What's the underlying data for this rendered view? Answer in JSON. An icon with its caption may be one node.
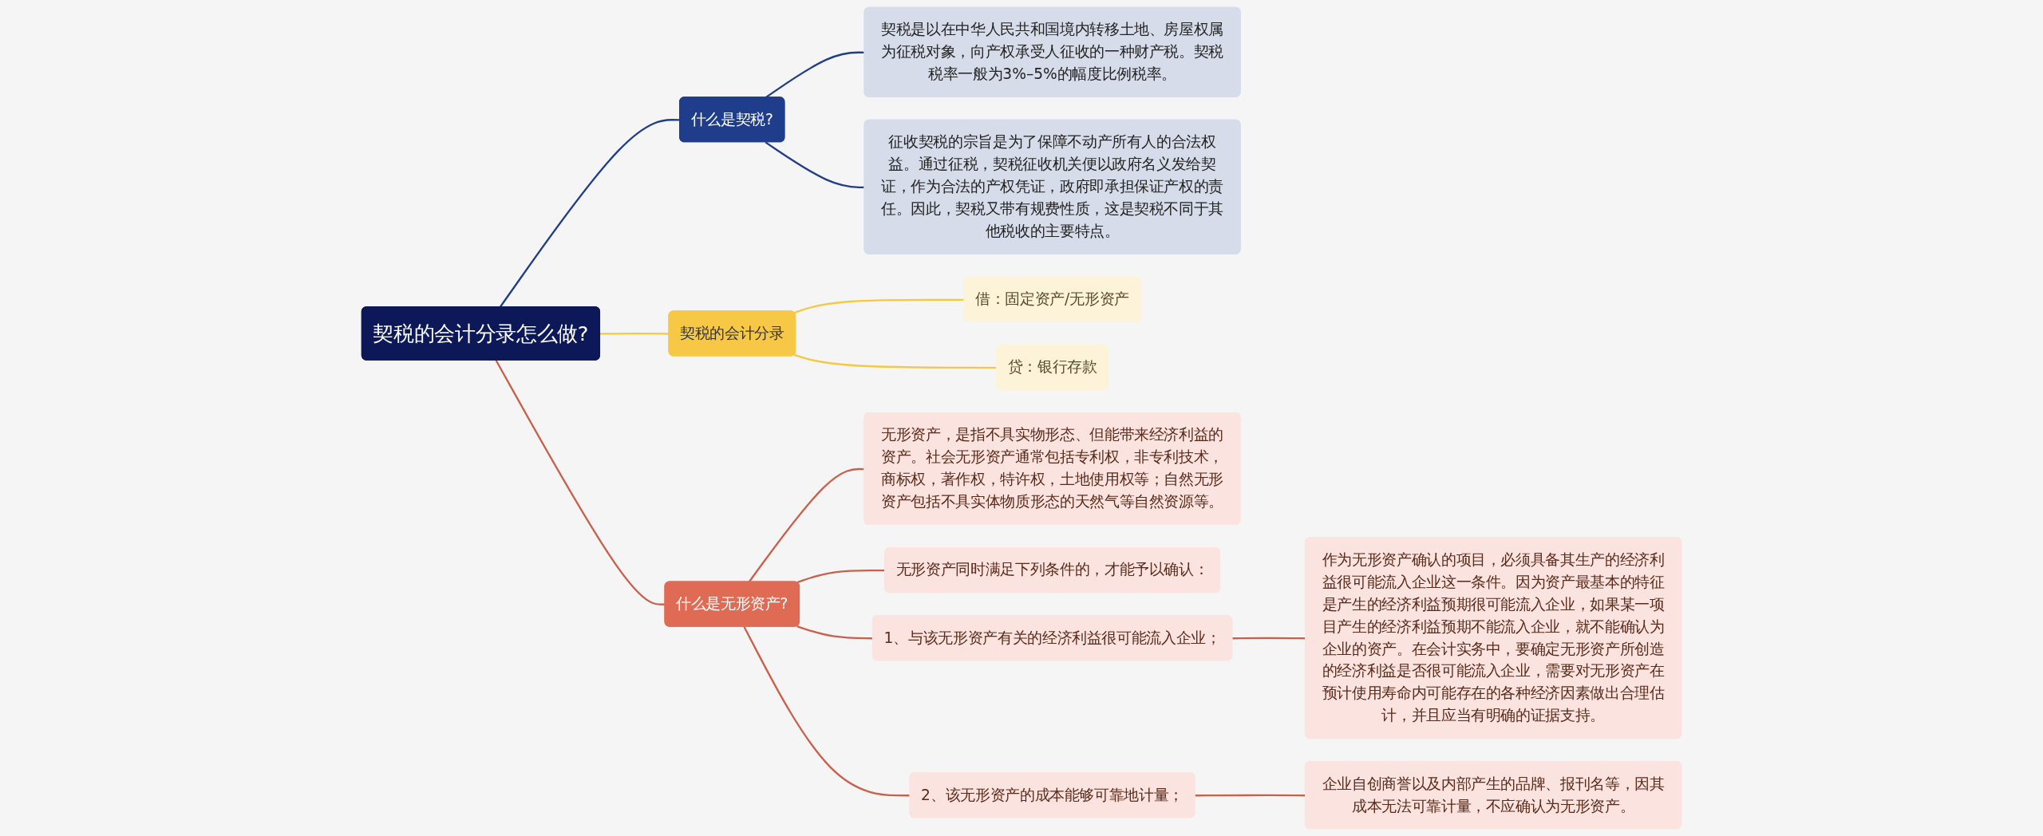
{
  "diagram": {
    "nodes": [
      {
        "text": [
          "契税的会计分录怎么做?"
        ]
      },
      {
        "text": [
          "什么是契税?"
        ]
      },
      {
        "text": [
          "契税是以在中华人民共和国境内转移土地、房屋权属为征税对象，向产权承受人征收的一种财产税。契税税率一般为3%–5%的幅度比例税率。"
        ]
      },
      {
        "text": [
          "征收契税的宗旨是为了保障不动产所有人的合法权益。通过征税，契税征收机关便以政府名义发给契证，作为合法的产权凭证，政府即承担保证产权的责任。因此，契税又带有规费性质，这是契税不同于其他税收的主要特点。"
        ]
      },
      {
        "text": [
          "契税的会计分录"
        ]
      },
      {
        "text": [
          "借：固定资产/无形资产"
        ]
      },
      {
        "text": [
          "贷：银行存款"
        ]
      },
      {
        "text": [
          "什么是无形资产?"
        ]
      },
      {
        "text": [
          "无形资产，是指不具实物形态、但能带来经济利益的资产。社会无形资产通常包括专利权，非专利技术，商标权，著作权，特许权，土地使用权等；自然无形资产包括不具实体物质形态的天然气等自然资源等。"
        ]
      },
      {
        "text": [
          "无形资产同时满足下列条件的，才能予以确认："
        ]
      },
      {
        "text": [
          "1、与该无形资产有关的经济利益很可能流入企业；"
        ]
      },
      {
        "text": [
          "作为无形资产确认的项目，必须具备其生产的经济利益很可能流入企业这一条件。因为资产最基本的特征是产生的经济利益预期很可能流入企业，如果某一项目产生的经济利益预期不能流入企业，就不能确认为企业的资产。在会计实务中，要确定无形资产所创造的经济利益是否很可能流入企业，需要对无形资产在预计使用寿命内可能存在的各种经济因素做出合理估计，并且应当有明确的证据支持。"
        ]
      },
      {
        "text": [
          "2、该无形资产的成本能够可靠地计量；"
        ]
      },
      {
        "text": [
          "企业自创商誉以及内部产生的品牌、报刊名等，因其成本无法可靠计量，不应确认为无形资产。"
        ]
      }
    ],
    "edges": [
      {
        "from": 0,
        "to": 1,
        "arrow": "none",
        "color": "#1f3d8a"
      },
      {
        "from": 1,
        "to": 2,
        "arrow": "none",
        "color": "#1f3d8a"
      },
      {
        "from": 1,
        "to": 3,
        "arrow": "none",
        "color": "#1f3d8a"
      },
      {
        "from": 0,
        "to": 4,
        "arrow": "none",
        "color": "#f5c842"
      },
      {
        "from": 4,
        "to": 5,
        "arrow": "none",
        "color": "#f5c842"
      },
      {
        "from": 4,
        "to": 6,
        "arrow": "none",
        "color": "#f5c842"
      },
      {
        "from": 0,
        "to": 7,
        "arrow": "none"
      },
      {
        "from": 7,
        "to": 8,
        "arrow": "none"
      },
      {
        "from": 7,
        "to": 9,
        "arrow": "none"
      },
      {
        "from": 7,
        "to": 10,
        "arrow": "none"
      },
      {
        "from": 10,
        "to": 11,
        "arrow": "none"
      },
      {
        "from": 7,
        "to": 12,
        "arrow": "none"
      },
      {
        "from": 12,
        "to": 13,
        "arrow": "none"
      }
    ]
  }
}
